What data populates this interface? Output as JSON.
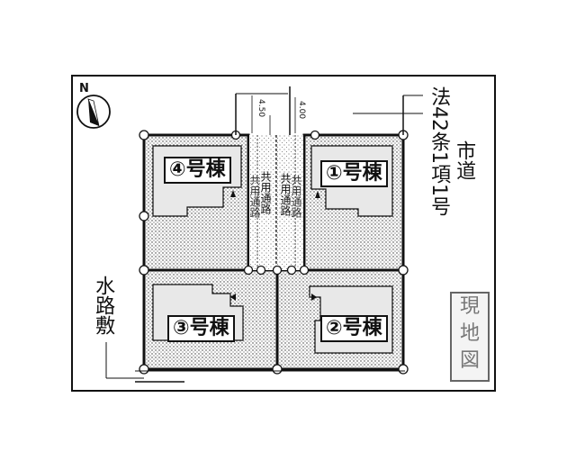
{
  "north_label": "N",
  "lots": [
    {
      "id": "4",
      "label": "④号棟"
    },
    {
      "id": "1",
      "label": "①号棟"
    },
    {
      "id": "3",
      "label": "③号棟"
    },
    {
      "id": "2",
      "label": "②号棟"
    }
  ],
  "road_right": {
    "line1": "法42条1項1号",
    "line2": "市道"
  },
  "waterway": "水路敷",
  "shared_roads": [
    {
      "top": "共用通路",
      "bottom": "共用通路"
    },
    {
      "top": "共用通路",
      "bottom": "共用通路"
    }
  ],
  "dims": [
    "4.50",
    "4.00"
  ],
  "stamp": [
    "現",
    "地",
    "図"
  ]
}
